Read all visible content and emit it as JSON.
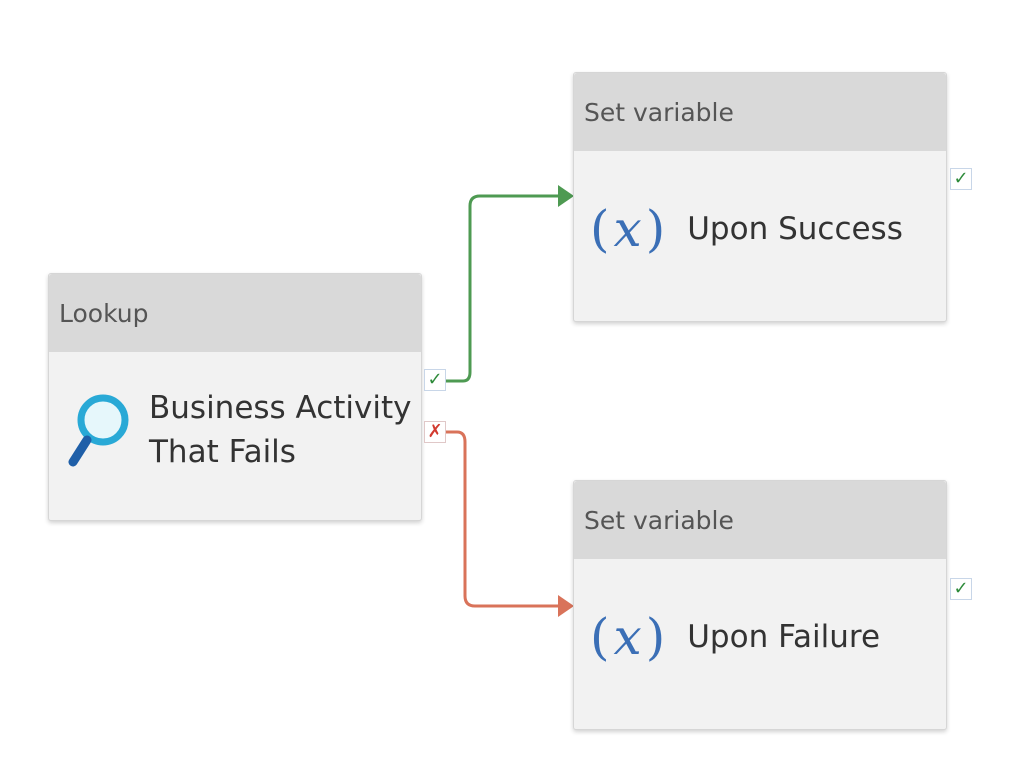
{
  "lookup_activity": {
    "type_label": "Lookup",
    "name_line1": "Business Activity",
    "name_line2": "That Fails",
    "icon": "magnifier-icon"
  },
  "success_activity": {
    "type_label": "Set variable",
    "name": "Upon Success",
    "icon": "variable-icon"
  },
  "failure_activity": {
    "type_label": "Set variable",
    "name": "Upon Failure",
    "icon": "variable-icon"
  },
  "ports": {
    "success_glyph": "✓",
    "failure_glyph": "✗"
  },
  "colors": {
    "success": "#4e9a52",
    "failure": "#d9735a",
    "header": "#d9d9d9",
    "body": "#f2f2f2",
    "icon_blue": "#3b6fb6"
  }
}
